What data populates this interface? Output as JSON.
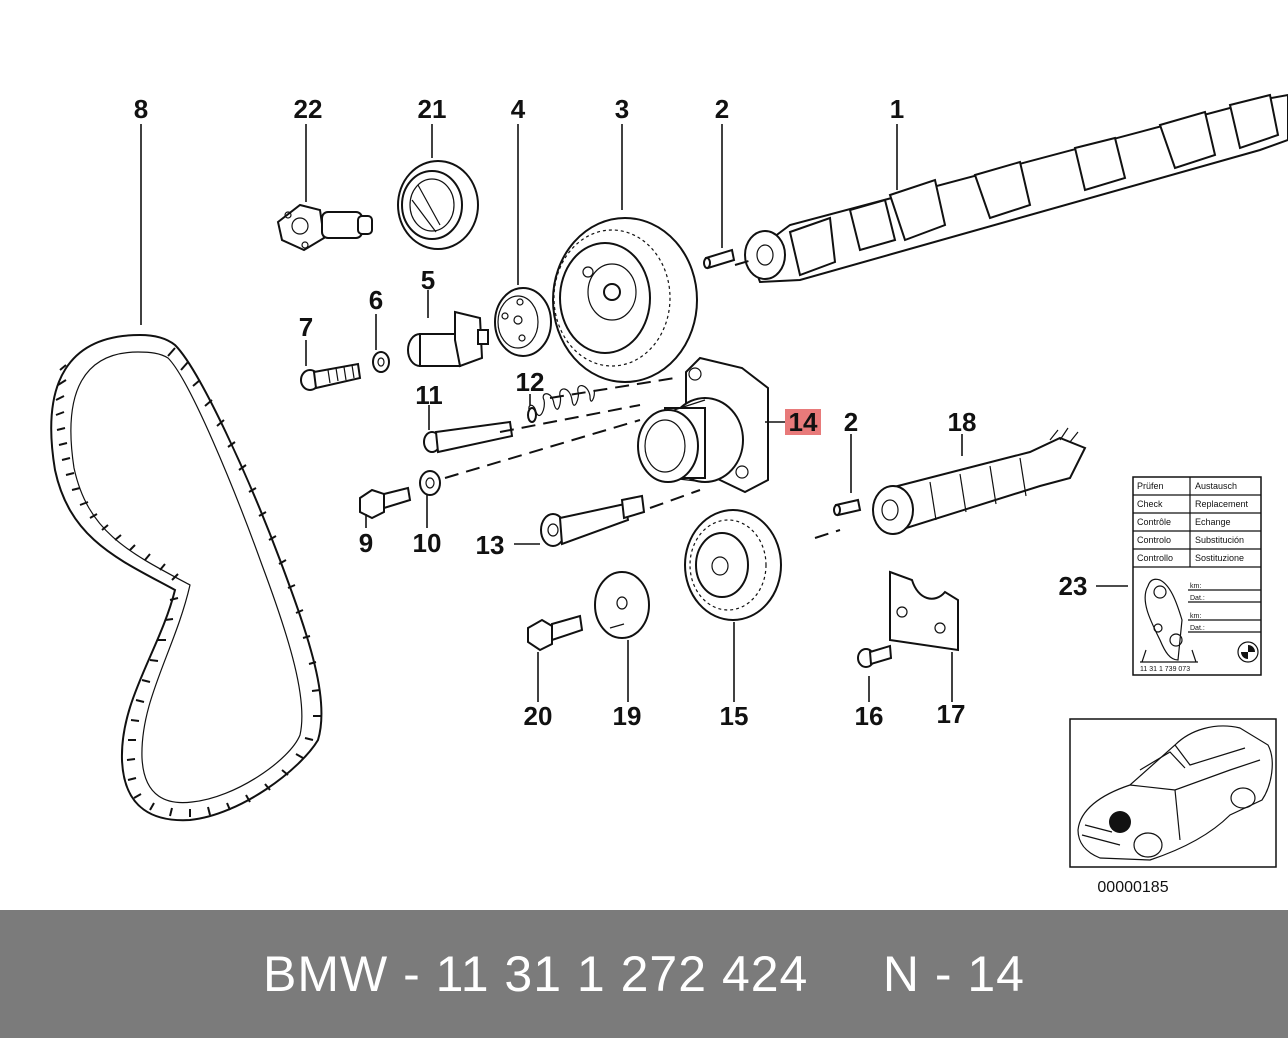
{
  "callouts": {
    "p1": "1",
    "p2a": "2",
    "p2b": "2",
    "p3": "3",
    "p4": "4",
    "p5": "5",
    "p6": "6",
    "p7": "7",
    "p8": "8",
    "p9": "9",
    "p10": "10",
    "p11": "11",
    "p12": "12",
    "p13": "13",
    "p14": "14",
    "p15": "15",
    "p16": "16",
    "p17": "17",
    "p18": "18",
    "p19": "19",
    "p20": "20",
    "p21": "21",
    "p22": "22",
    "p23": "23"
  },
  "highlight": {
    "part": "14",
    "color": "#e87a7a"
  },
  "label_card": {
    "rows": [
      [
        "Prüfen",
        "Austausch"
      ],
      [
        "Check",
        "Replacement"
      ],
      [
        "Contrôle",
        "Echange"
      ],
      [
        "Controlo",
        "Substitución"
      ],
      [
        "Controllo",
        "Sostituzione"
      ]
    ],
    "fields": [
      "km:",
      "Dat.:",
      "km:",
      "Dat.:"
    ],
    "part_no": "11 31 1 739 073"
  },
  "inset": {
    "code": "00000185"
  },
  "footer": {
    "text": "BMW - 11 31 1 272 424     N - 14",
    "background": "#7b7b7b"
  }
}
